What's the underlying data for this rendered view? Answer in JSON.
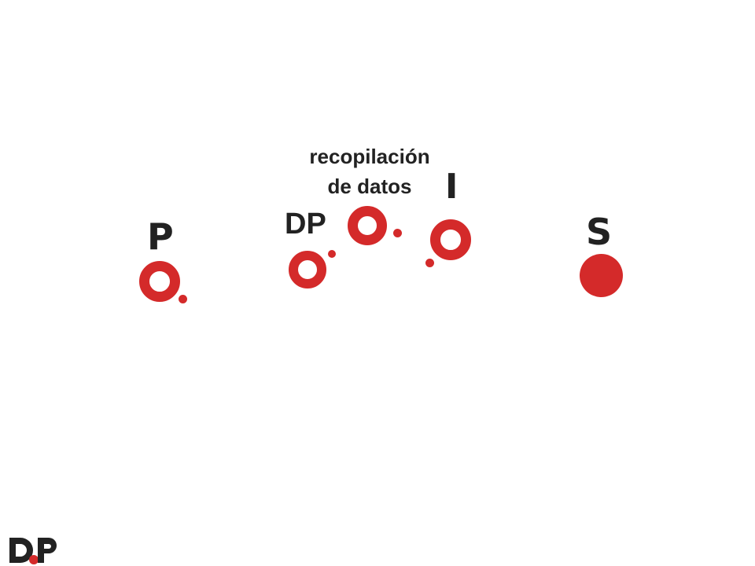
{
  "labels": {
    "p": "P",
    "dp": "DP",
    "data_line1": "recopilación",
    "data_line2": "de datos",
    "i": "I",
    "s": "S"
  },
  "logo": {
    "text": "DP"
  },
  "colors": {
    "accent": "#d42a2a",
    "text": "#222222",
    "background": "#ffffff"
  },
  "icons": [
    "ring-dot-icon",
    "solid-circle-icon",
    "logo-icon"
  ]
}
